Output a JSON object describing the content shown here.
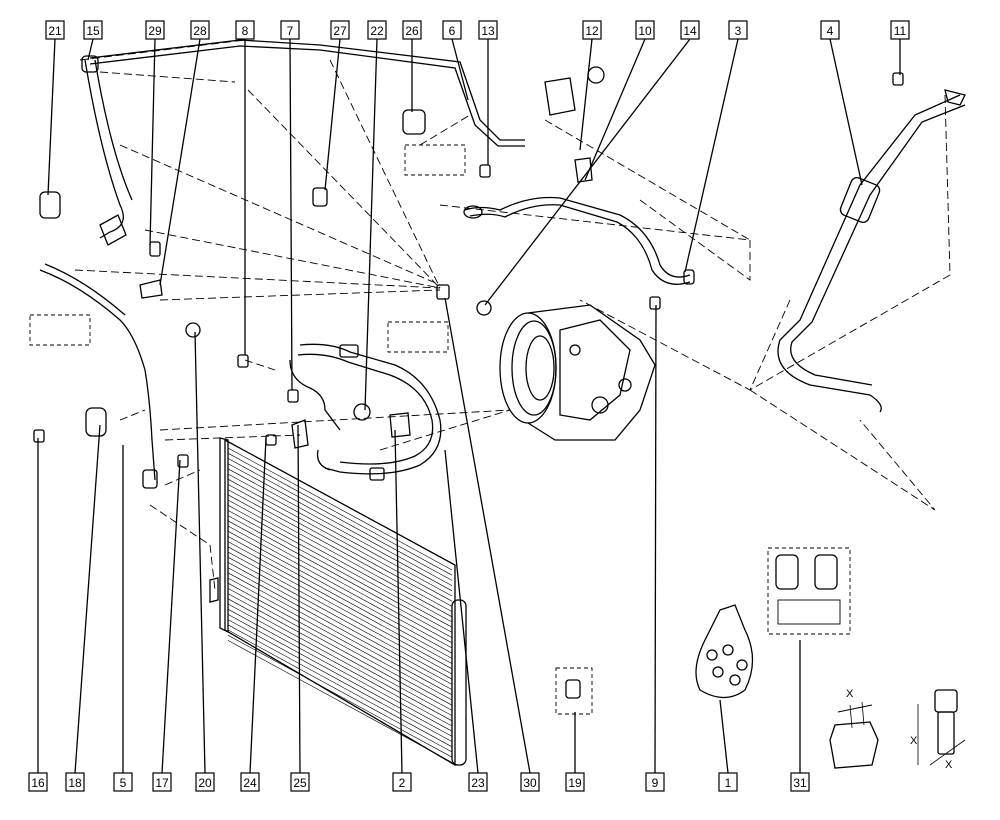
{
  "callouts_top": [
    "21",
    "15",
    "29",
    "28",
    "8",
    "7",
    "27",
    "22",
    "26",
    "6",
    "13",
    "12",
    "10",
    "14",
    "3",
    "4",
    "11"
  ],
  "callouts_bottom": [
    "16",
    "18",
    "5",
    "17",
    "20",
    "24",
    "25",
    "2",
    "23",
    "30",
    "19",
    "9",
    "1",
    "31"
  ],
  "dimension_labels": [
    "X",
    "X",
    "X"
  ],
  "colors": {
    "line": "#000000",
    "background": "#ffffff"
  }
}
